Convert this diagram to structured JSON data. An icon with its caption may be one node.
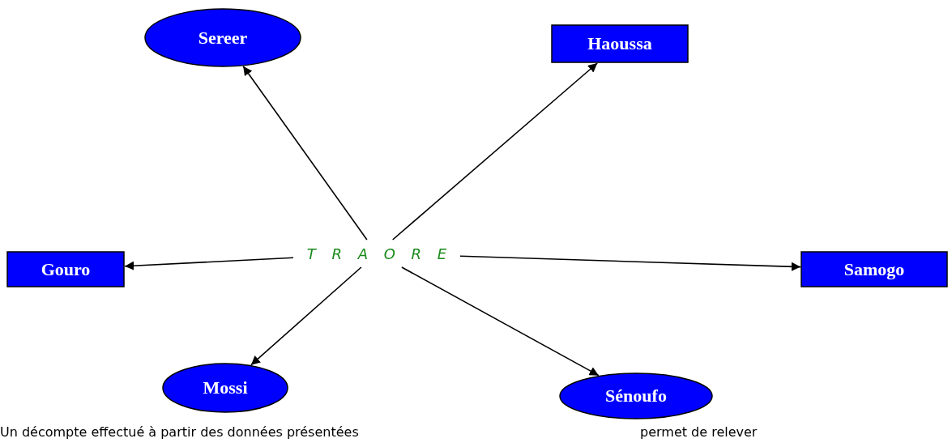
{
  "diagram": {
    "nodes": [
      {
        "text": [
          "T R A O R E"
        ]
      },
      {
        "text": [
          "Sereer"
        ]
      },
      {
        "text": [
          "Haoussa"
        ]
      },
      {
        "text": [
          "Gouro"
        ]
      },
      {
        "text": [
          "Samogo"
        ]
      },
      {
        "text": [
          "Mossi"
        ]
      },
      {
        "text": [
          "Sénoufo"
        ]
      }
    ],
    "edges": [
      {
        "from": 0,
        "to": 1,
        "arrow": "to"
      },
      {
        "from": 0,
        "to": 2,
        "arrow": "to"
      },
      {
        "from": 0,
        "to": 3,
        "arrow": "to"
      },
      {
        "from": 0,
        "to": 4,
        "arrow": "to"
      },
      {
        "from": 0,
        "to": 5,
        "arrow": "to"
      },
      {
        "from": 0,
        "to": 6,
        "arrow": "to"
      }
    ],
    "labels": [
      "Un décompte effectué à partir des données présentées",
      "permet de relever"
    ]
  }
}
